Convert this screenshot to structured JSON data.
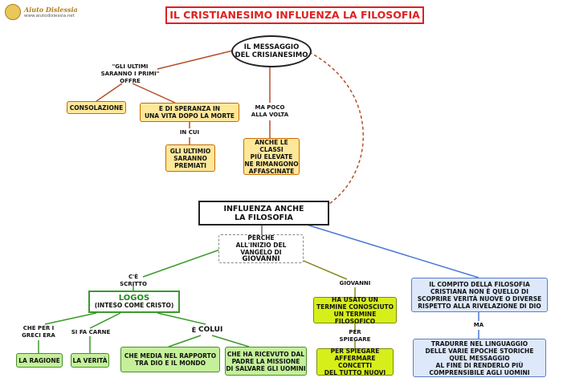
{
  "logo": {
    "title": "Aiuto Dislessia",
    "url": "www.aiutodislessia.net"
  },
  "title": "IL CRISTIANESIMO INFLUENZA LA FILOSOFIA",
  "nodes": {
    "messaggio": "IL MESSAGGIO\nDEL CRISIANESIMO",
    "gli_ultimi_primi": "\"GLI ULTIMI\nSARANNO I PRIMI\"\nOFFRE",
    "consolazione": "CONSOLAZIONE",
    "speranza": "E DI SPERANZA IN\nUNA VITA DOPO LA MORTE",
    "ma_poco": "MA POCO\nALLA VOLTA",
    "in_cui": "IN CUI",
    "ultimio_premiati": "GLI ULTIMIO\nSARANNO\nPREMIATI",
    "classi_elevate": "ANCHE LE CLASSI\nPIÙ ELEVATE\nNE RIMANGONO\nAFFASCINATE",
    "influenza": "INFLUENZA ANCHE\nLA FILOSOFIA",
    "perche": "PERCHE\nALL'INIZIO DEL\nVANGELO DI",
    "giovanni_big": "GIOVANNI",
    "ce_scritto": "C'È SCRITTO",
    "giovanni": "GIOVANNI",
    "logos": "LOGOS",
    "logos_sub": "(INTESO COME CRISTO)",
    "termine": "HA USATO UN\nTERMINE CONOSCIUTO\nUN TERMINE FILOSOFICO",
    "compito": "IL COMPITO DELLA FILOSOFIA\nCRISTIANA NON È QUELLO DI\nSCOPRIRE VERITÀ NUOVE O DIVERSE\nRISPETTO ALLA RIVELAZIONE DI DIO",
    "che_per_i_greci": "CHE PER I\nGRECI ERA",
    "si_fa_carne": "SI FA CARNE",
    "e_colui_prefix": "È",
    "e_colui_word": "COLUI",
    "per_spiegare": "PER SPIEGARE",
    "ma": "MA",
    "ragione": "LA RAGIONE",
    "verita": "LA VERITÀ",
    "media": "CHE  MEDIA NEL RAPPORTO\nTRA DIO E IL MONDO",
    "missione": "CHE HA RICEVUTO DAL\nPADRE LA MISSIONE\nDI SALVARE GLI UOMINI",
    "affermare": "PER SPIEGARE\nAFFERMARE CONCETTI\nDEL TUTTO NUOVI",
    "tradurre": "TRADURRE NEL LINGUAGGIO\nDELLE VARIE EPOCHE STORICHE\nQUEL MESSAGGIO\nAL FINE DI RENDERLO PIÙ\nCOMPRENSIBILE AGLI UOMINI"
  },
  "colors": {
    "title_red": "#e02020",
    "link_brown": "#b5502a",
    "link_green": "#3a9a2a",
    "link_olive": "#8a8a20",
    "link_blue": "#4a78d8",
    "yellow_fill": "#fde89a",
    "green_fill": "#c4f09a",
    "lime_fill": "#d6ef1a",
    "blue_fill": "#dde8fa"
  }
}
